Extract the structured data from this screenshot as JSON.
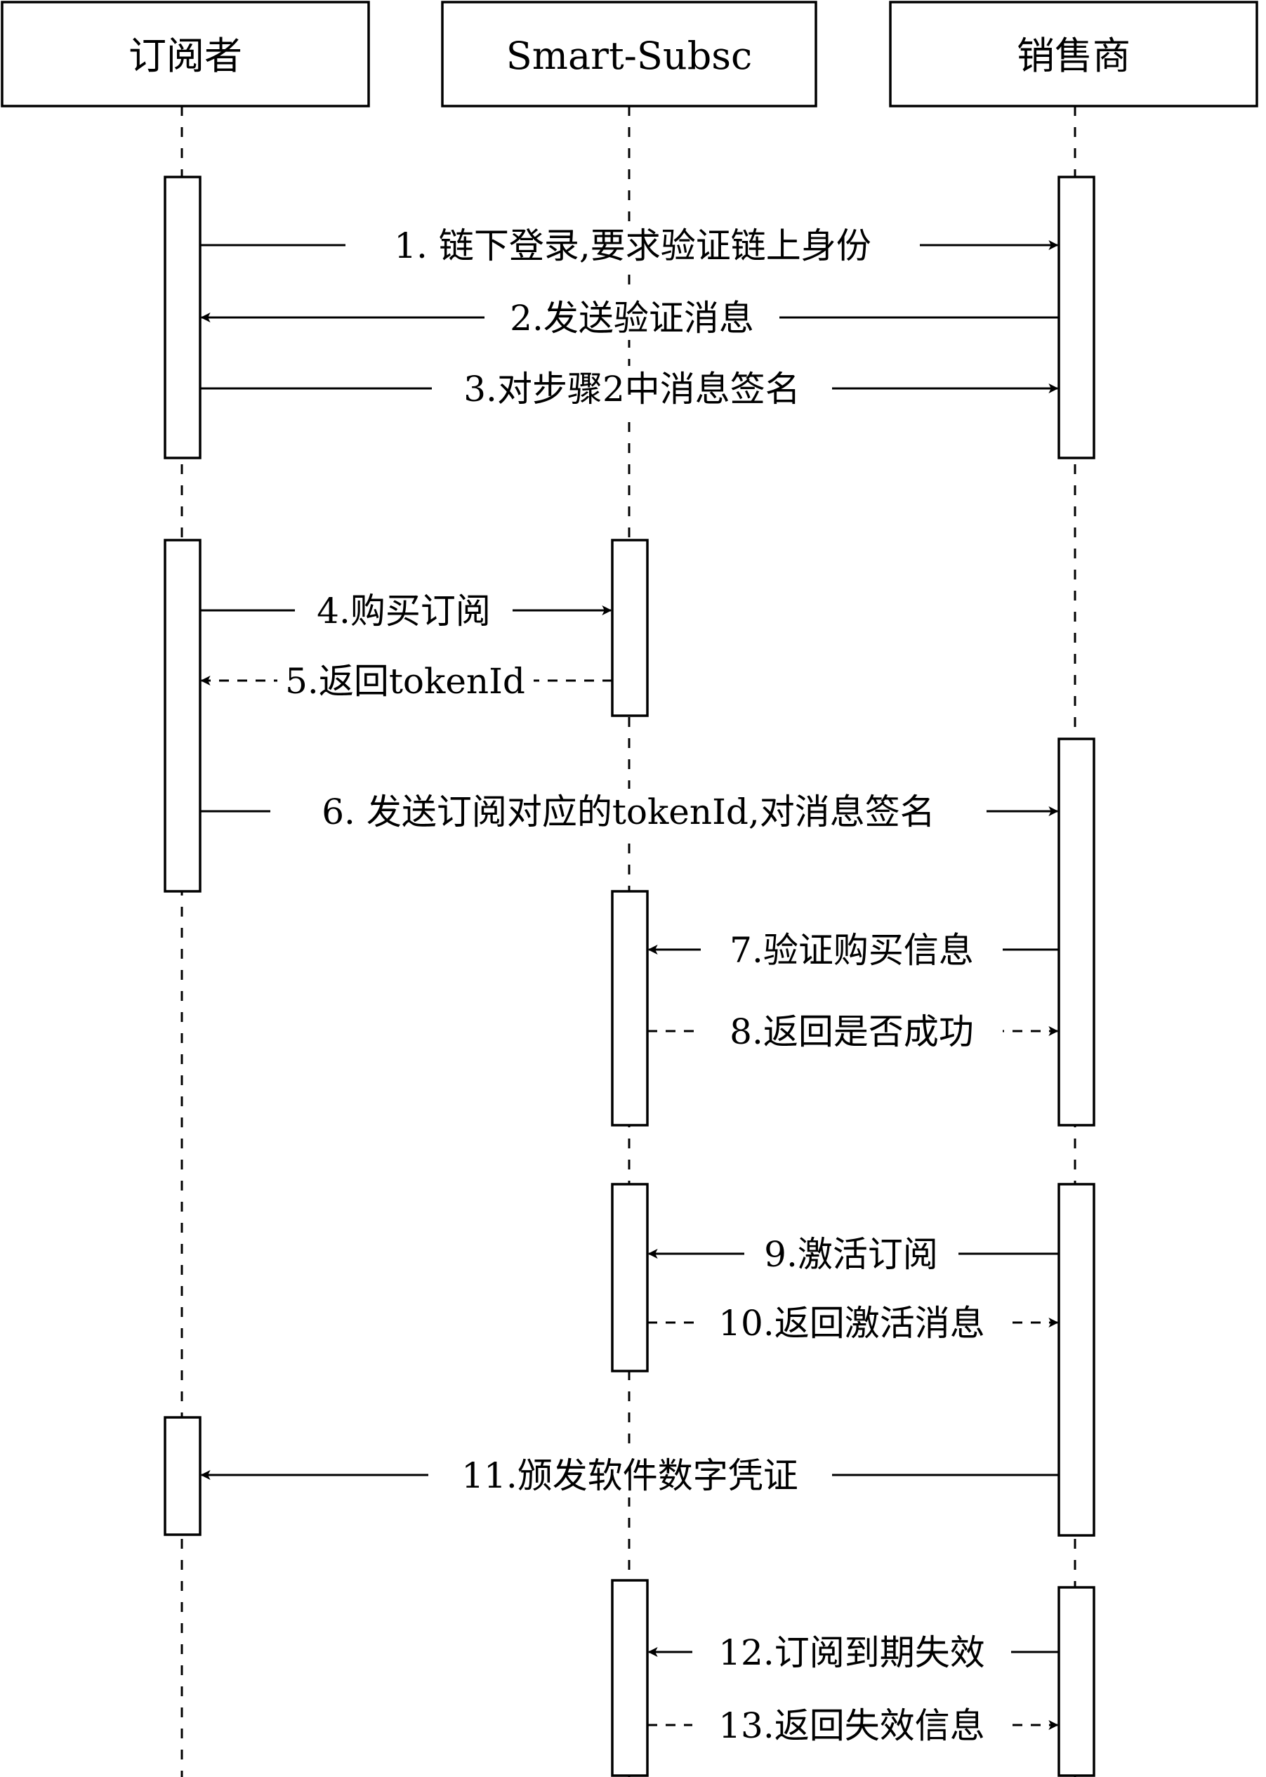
{
  "participants": [
    {
      "id": "subscriber",
      "label": "订阅者"
    },
    {
      "id": "smart_subsc",
      "label": "Smart-Subsc"
    },
    {
      "id": "vendor",
      "label": "销售商"
    }
  ],
  "messages": [
    {
      "id": "m1",
      "label": "1. 链下登录,要求验证链上身份",
      "from": "subscriber",
      "to": "vendor",
      "style": "solid"
    },
    {
      "id": "m2",
      "label": "2.发送验证消息",
      "from": "vendor",
      "to": "subscriber",
      "style": "solid"
    },
    {
      "id": "m3",
      "label": "3.对步骤2中消息签名",
      "from": "subscriber",
      "to": "vendor",
      "style": "solid"
    },
    {
      "id": "m4",
      "label": "4.购买订阅",
      "from": "subscriber",
      "to": "smart_subsc",
      "style": "solid"
    },
    {
      "id": "m5",
      "label": "5.返回tokenId",
      "from": "smart_subsc",
      "to": "subscriber",
      "style": "dashed"
    },
    {
      "id": "m6",
      "label": "6. 发送订阅对应的tokenId,对消息签名",
      "from": "subscriber",
      "to": "vendor",
      "style": "solid"
    },
    {
      "id": "m7",
      "label": "7.验证购买信息",
      "from": "vendor",
      "to": "smart_subsc",
      "style": "solid"
    },
    {
      "id": "m8",
      "label": "8.返回是否成功",
      "from": "smart_subsc",
      "to": "vendor",
      "style": "dashed"
    },
    {
      "id": "m9",
      "label": "9.激活订阅",
      "from": "vendor",
      "to": "smart_subsc",
      "style": "solid"
    },
    {
      "id": "m10",
      "label": "10.返回激活消息",
      "from": "smart_subsc",
      "to": "vendor",
      "style": "dashed"
    },
    {
      "id": "m11",
      "label": "11.颁发软件数字凭证",
      "from": "vendor",
      "to": "subscriber",
      "style": "solid"
    },
    {
      "id": "m12",
      "label": "12.订阅到期失效",
      "from": "vendor",
      "to": "smart_subsc",
      "style": "solid"
    },
    {
      "id": "m13",
      "label": "13.返回失效信息",
      "from": "smart_subsc",
      "to": "vendor",
      "style": "dashed"
    }
  ]
}
